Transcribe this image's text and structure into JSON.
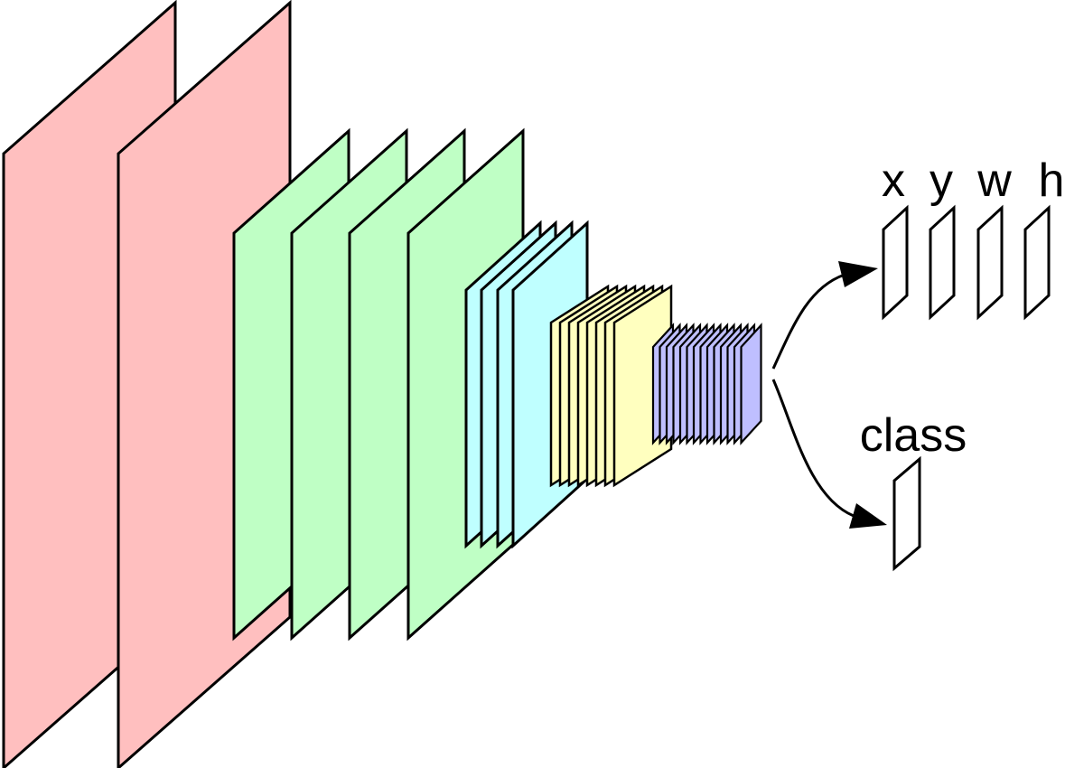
{
  "colors": {
    "stroke": "#000000",
    "block1": "#ffbfbf",
    "block2": "#bfffc5",
    "block3": "#bfffff",
    "block4": "#ffffbf",
    "block5": "#bfbfff",
    "output": "#ffffff"
  },
  "bbox_outputs": [
    "x",
    "y",
    "w",
    "h"
  ],
  "class_output": "class"
}
